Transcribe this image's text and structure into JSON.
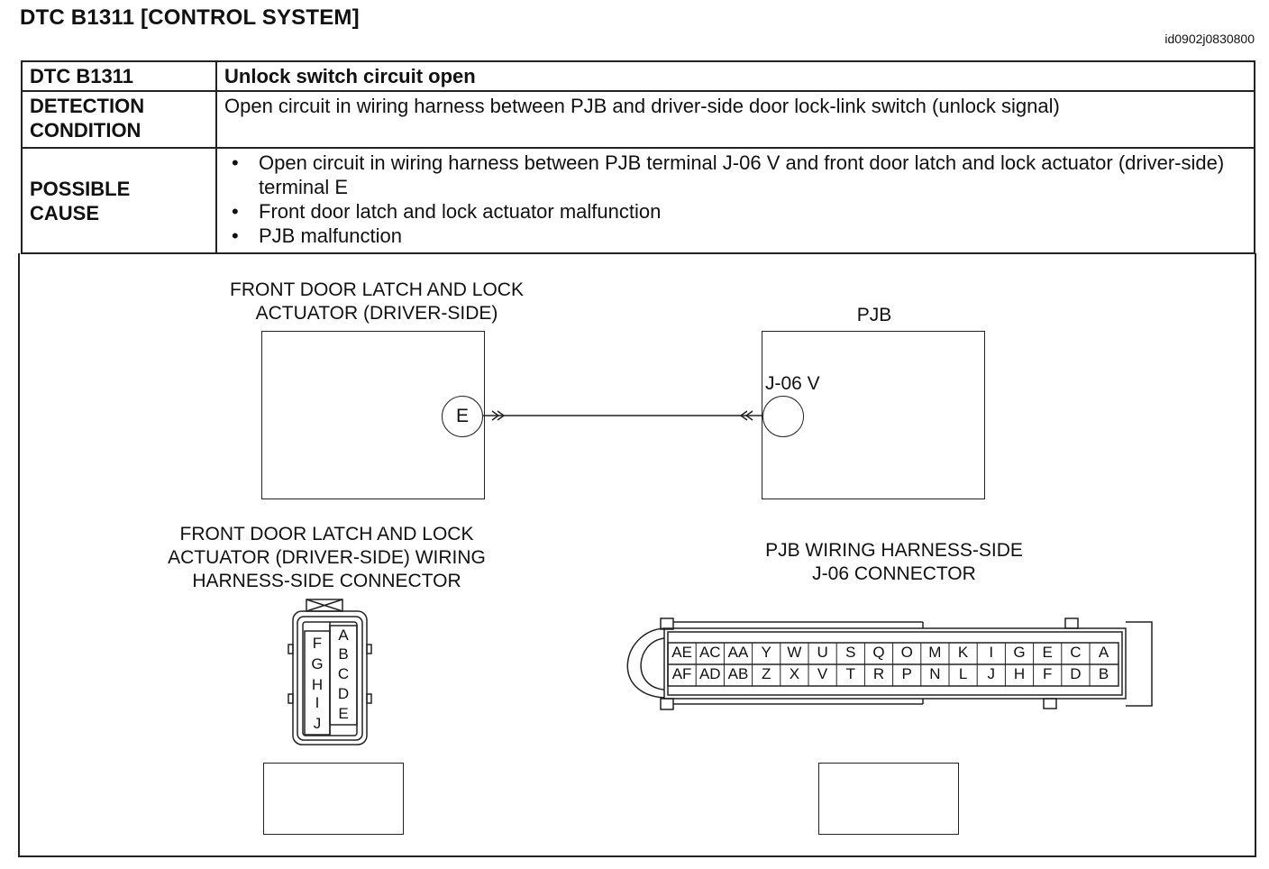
{
  "header": {
    "title": "DTC B1311 [CONTROL SYSTEM]",
    "doc_id": "id0902j0830800"
  },
  "table": {
    "row1": {
      "label": "DTC B1311",
      "value": "Unlock switch circuit open"
    },
    "row2": {
      "label_line1": "DETECTION",
      "label_line2": "CONDITION",
      "value": "Open circuit in wiring harness between PJB and driver-side door lock-link switch (unlock signal)"
    },
    "row3": {
      "label_line1": "POSSIBLE",
      "label_line2": "CAUSE",
      "causes": [
        "Open circuit in wiring harness between PJB terminal J-06 V and front door latch and lock actuator (driver-side) terminal E",
        "Front door latch and lock actuator malfunction",
        "PJB malfunction"
      ]
    }
  },
  "diagram": {
    "actuator_title_line1": "FRONT DOOR LATCH AND LOCK",
    "actuator_title_line2": "ACTUATOR (DRIVER-SIDE)",
    "pjb_title": "PJB",
    "terminal_e": "E",
    "terminal_j06v": "J-06 V",
    "actuator_connector_title_line1": "FRONT DOOR LATCH AND LOCK",
    "actuator_connector_title_line2": "ACTUATOR (DRIVER-SIDE) WIRING",
    "actuator_connector_title_line3": "HARNESS-SIDE CONNECTOR",
    "pjb_connector_title_line1": "PJB WIRING HARNESS-SIDE",
    "pjb_connector_title_line2": "J-06 CONNECTOR",
    "actuator_connector_pins": {
      "left": [
        "F",
        "G",
        "H",
        "I",
        "J"
      ],
      "right": [
        "A",
        "B",
        "C",
        "D",
        "E"
      ]
    },
    "pjb_connector_pins": {
      "top": [
        "AE",
        "AC",
        "AA",
        "Y",
        "W",
        "U",
        "S",
        "Q",
        "O",
        "M",
        "K",
        "I",
        "G",
        "E",
        "C",
        "A"
      ],
      "bottom": [
        "AF",
        "AD",
        "AB",
        "Z",
        "X",
        "V",
        "T",
        "R",
        "P",
        "N",
        "L",
        "J",
        "H",
        "F",
        "D",
        "B"
      ]
    }
  }
}
